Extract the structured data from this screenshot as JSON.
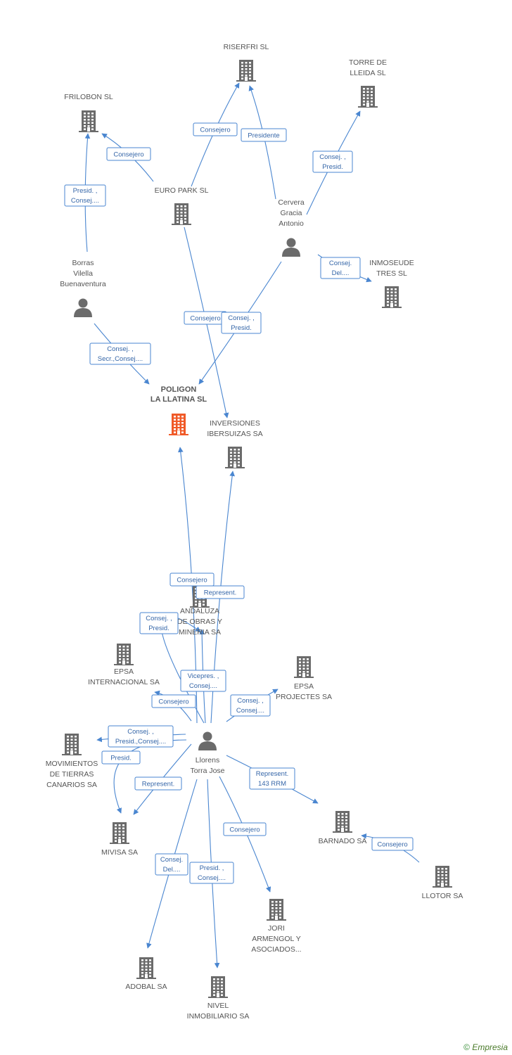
{
  "colors": {
    "edge": "#4a86d0",
    "building": "#6b6b6b",
    "building_main": "#f05a28",
    "person": "#6b6b6b",
    "label_text": "#555555"
  },
  "footer": {
    "copyright": "©",
    "brand": "Empresia"
  },
  "nodes": [
    {
      "id": "riserfri",
      "type": "company",
      "lines": [
        "RISERFRI SL"
      ]
    },
    {
      "id": "torre",
      "type": "company",
      "lines": [
        "TORRE DE",
        "LLEIDA SL"
      ]
    },
    {
      "id": "frilobon",
      "type": "company",
      "lines": [
        "FRILOBON SL"
      ]
    },
    {
      "id": "europark",
      "type": "company",
      "lines": [
        "EURO PARK SL"
      ]
    },
    {
      "id": "cervera",
      "type": "person",
      "lines": [
        "Cervera",
        "Gracia",
        "Antonio"
      ]
    },
    {
      "id": "inmoseude",
      "type": "company",
      "lines": [
        "INMOSEUDE",
        "TRES SL"
      ]
    },
    {
      "id": "borras",
      "type": "person",
      "lines": [
        "Borras",
        "Vilella",
        "Buenaventura"
      ]
    },
    {
      "id": "poligon",
      "type": "company",
      "main": true,
      "lines": [
        "POLIGON",
        "LA LLATINA SL"
      ]
    },
    {
      "id": "ibersuizas",
      "type": "company",
      "lines": [
        "INVERSIONES",
        "IBERSUIZAS SA"
      ]
    },
    {
      "id": "andaluza",
      "type": "company",
      "lines": [
        "ANDALUZA",
        "DE OBRAS Y",
        "MINERIA SA"
      ]
    },
    {
      "id": "epsaint",
      "type": "company",
      "lines": [
        "EPSA",
        "INTERNACIONAL SA"
      ]
    },
    {
      "id": "epsaproj",
      "type": "company",
      "lines": [
        "EPSA",
        "PROJECTES SA"
      ]
    },
    {
      "id": "movimientos",
      "type": "company",
      "lines": [
        "MOVIMIENTOS",
        "DE TIERRAS",
        "CANARIOS SA"
      ]
    },
    {
      "id": "llorens",
      "type": "person",
      "lines": [
        "Llorens",
        "Torra Jose"
      ]
    },
    {
      "id": "mivisa",
      "type": "company",
      "lines": [
        "MIVISA SA"
      ]
    },
    {
      "id": "barnado",
      "type": "company",
      "lines": [
        "BARNADO SA"
      ]
    },
    {
      "id": "llotor",
      "type": "company",
      "lines": [
        "LLOTOR SA"
      ]
    },
    {
      "id": "jori",
      "type": "company",
      "lines": [
        "JORI",
        "ARMENGOL Y",
        "ASOCIADOS..."
      ]
    },
    {
      "id": "adobal",
      "type": "company",
      "lines": [
        "ADOBAL SA"
      ]
    },
    {
      "id": "nivel",
      "type": "company",
      "lines": [
        "NIVEL",
        "INMOBILIARIO SA"
      ]
    }
  ],
  "edges": [
    {
      "from": "europark",
      "to": "riserfri",
      "lines": [
        "Consejero"
      ]
    },
    {
      "from": "cervera",
      "to": "riserfri",
      "lines": [
        "Presidente"
      ]
    },
    {
      "from": "cervera",
      "to": "torre",
      "lines": [
        "Consej. ,",
        "Presid."
      ]
    },
    {
      "from": "europark",
      "to": "frilobon",
      "lines": [
        "Consejero"
      ]
    },
    {
      "from": "borras",
      "to": "frilobon",
      "lines": [
        "Presid. ,",
        "Consej...."
      ]
    },
    {
      "from": "cervera",
      "to": "inmoseude",
      "lines": [
        "Consej.",
        "Del...."
      ]
    },
    {
      "from": "europark",
      "to": "ibersuizas",
      "lines": [
        "Consejero"
      ]
    },
    {
      "from": "cervera",
      "to": "poligon",
      "lines": [
        "Consej. ,",
        "Presid."
      ]
    },
    {
      "from": "borras",
      "to": "poligon",
      "lines": [
        "Consej. ,",
        "Secr.,Consej...."
      ]
    },
    {
      "from": "llorens",
      "to": "poligon",
      "lines": [
        "Consejero"
      ]
    },
    {
      "from": "llorens",
      "to": "ibersuizas",
      "lines": [
        "Represent."
      ]
    },
    {
      "from": "llorens",
      "to": "andaluza",
      "lines": [
        "Consej. ,",
        "Presid."
      ]
    },
    {
      "from": "llorens",
      "to": "andaluza",
      "lines": [
        "Vicepres. ,",
        "Consej...."
      ]
    },
    {
      "from": "llorens",
      "to": "epsaint",
      "lines": [
        "Consejero"
      ]
    },
    {
      "from": "llorens",
      "to": "epsaproj",
      "lines": [
        "Consej. ,",
        "Consej...."
      ]
    },
    {
      "from": "llorens",
      "to": "movimientos",
      "lines": [
        "Consej. ,",
        "Presid.,Consej...."
      ]
    },
    {
      "from": "llorens",
      "to": "mivisa",
      "lines": [
        "Presid."
      ]
    },
    {
      "from": "llorens",
      "to": "mivisa",
      "lines": [
        "Represent."
      ]
    },
    {
      "from": "llorens",
      "to": "barnado",
      "lines": [
        "Represent.",
        "143 RRM"
      ]
    },
    {
      "from": "llotor",
      "to": "barnado",
      "lines": [
        "Consejero"
      ]
    },
    {
      "from": "llorens",
      "to": "jori",
      "lines": [
        "Consejero"
      ]
    },
    {
      "from": "llorens",
      "to": "adobal",
      "lines": [
        "Consej.",
        "Del...."
      ]
    },
    {
      "from": "llorens",
      "to": "nivel",
      "lines": [
        "Presid. ,",
        "Consej...."
      ]
    }
  ]
}
